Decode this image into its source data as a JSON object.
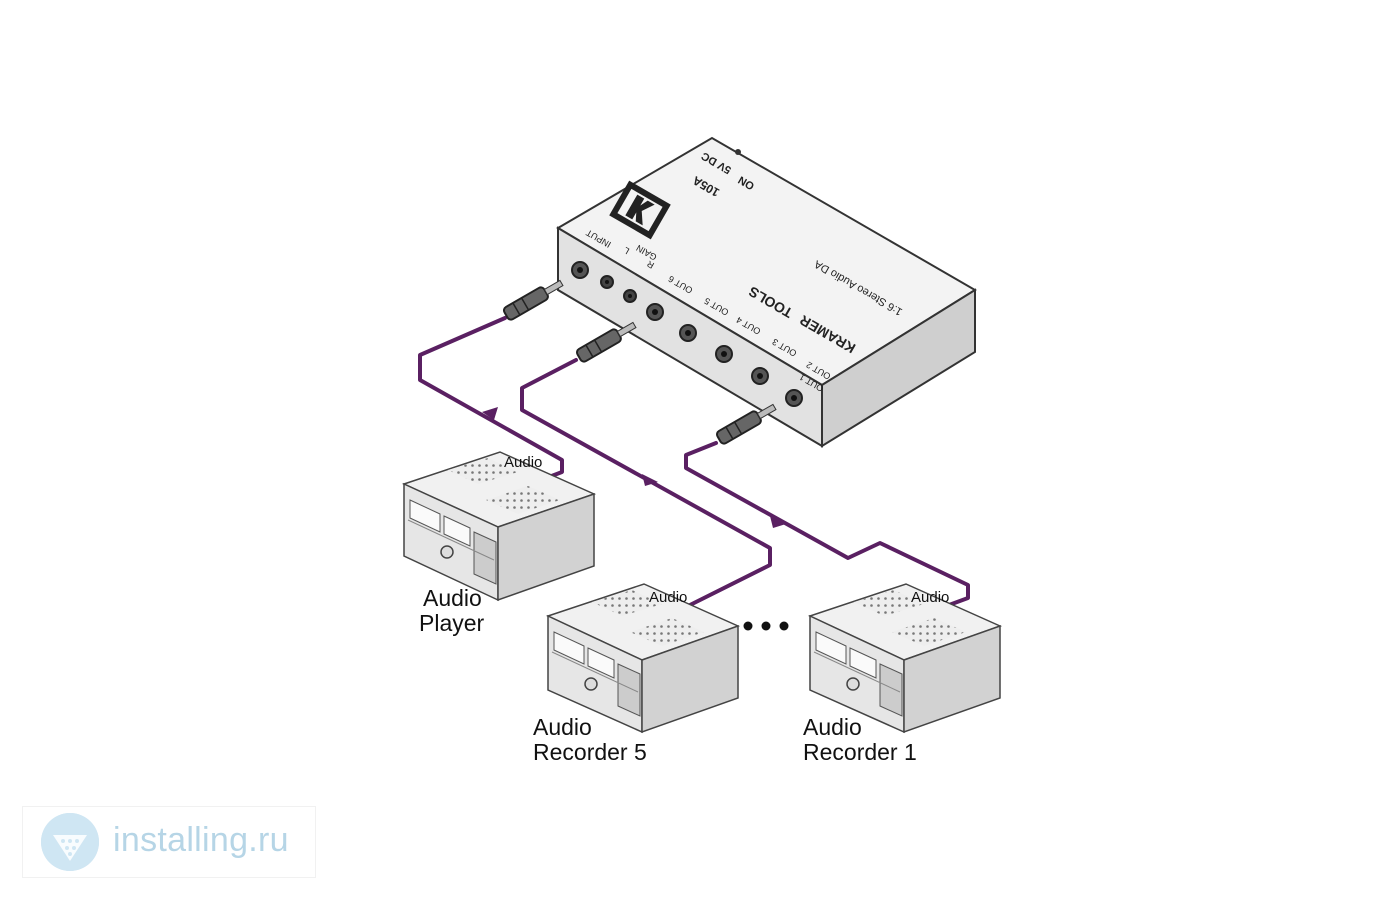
{
  "device": {
    "brand": "KRAMER",
    "series": "TOOLS",
    "model_description": "1:6 Stereo Audio DA",
    "model_code": "105A",
    "power_label": "5V DC",
    "on_label": "ON",
    "port_labels": [
      "INPUT",
      "L",
      "R",
      "GAIN",
      "OUT 6",
      "OUT 5",
      "OUT 4",
      "OUT 3",
      "OUT 2",
      "OUT 1"
    ]
  },
  "connections": {
    "cable_label_1": "Audio",
    "cable_label_2": "Audio",
    "cable_label_3": "Audio"
  },
  "nodes": {
    "player": {
      "line1": "Audio",
      "line2": "Player"
    },
    "recorder5": {
      "line1": "Audio",
      "line2": "Recorder 5"
    },
    "recorder1": {
      "line1": "Audio",
      "line2": "Recorder 1"
    }
  },
  "ellipsis": "•••",
  "watermark": {
    "text": "installing.ru"
  },
  "colors": {
    "cable": "#5a2062",
    "device_top": "#f2f2f2",
    "device_front": "#e4e4e4",
    "device_outline": "#333333",
    "watermark": "#b6d5e6"
  }
}
